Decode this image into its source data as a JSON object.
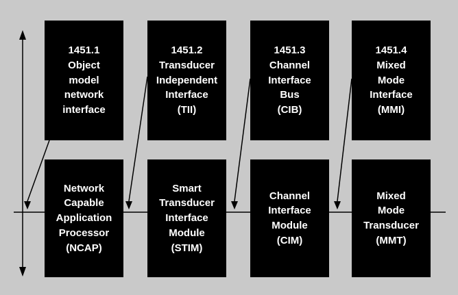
{
  "diagram": {
    "title": "IEEE 1451 smart transducer interface standards diagram",
    "background_color": "#c9c9c9",
    "box_color": "#000000",
    "text_color": "#ffffff",
    "line_color": "#000000"
  },
  "top_row": [
    {
      "id": "1451.1",
      "label": "1451.1\nObject\nmodel\nnetwork\ninterface"
    },
    {
      "id": "1451.2",
      "label": "1451.2\nTransducer\nIndependent\nInterface\n(TII)"
    },
    {
      "id": "1451.3",
      "label": "1451.3\nChannel\nInterface\nBus\n(CIB)"
    },
    {
      "id": "1451.4",
      "label": "1451.4\nMixed\nMode\nInterface\n(MMI)"
    }
  ],
  "bottom_row": [
    {
      "id": "NCAP",
      "label": "Network\nCapable\nApplication\nProcessor\n(NCAP)"
    },
    {
      "id": "STIM",
      "label": "Smart\nTransducer\nInterface\nModule\n(STIM)"
    },
    {
      "id": "CIM",
      "label": "Channel\nInterface\nModule\n(CIM)"
    },
    {
      "id": "MMT",
      "label": "Mixed\nMode\nTransducer\n(MMT)"
    }
  ],
  "connectors": {
    "left_axis": "vertical double-headed arrow",
    "bus_line": "horizontal line through module row",
    "interface_arrows": "arrows from each 1451.x interface box down to the bus line"
  }
}
